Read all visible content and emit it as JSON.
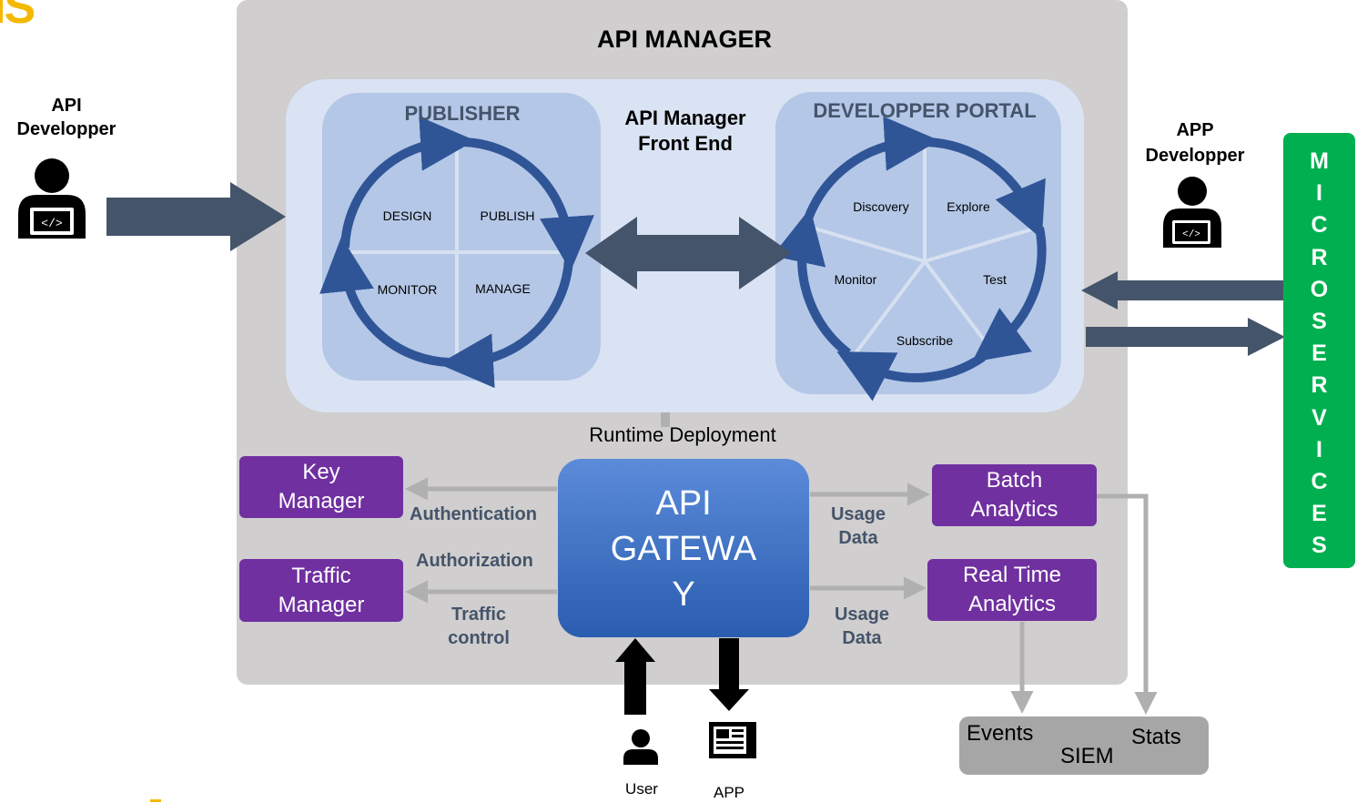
{
  "corner_logo_text": "IS",
  "title": "API MANAGER",
  "front_end_label": "API Manager Front End",
  "actors": {
    "api_developer": "API Developper",
    "app_developer": "APP Developper",
    "user": "User",
    "app": "APP"
  },
  "publisher": {
    "title": "PUBLISHER",
    "quadrants": [
      "DESIGN",
      "PUBLISH",
      "MONITOR",
      "MANAGE"
    ]
  },
  "developer_portal": {
    "title": "DEVELOPPER PORTAL",
    "segments": [
      "Discovery",
      "Explore",
      "Monitor",
      "Test",
      "Subscribe"
    ]
  },
  "runtime_label": "Runtime Deployment",
  "gateway": {
    "line1": "API",
    "line2": "GATEWA",
    "line3": "Y"
  },
  "key_manager": {
    "line1": "Key",
    "line2": "Manager"
  },
  "traffic_manager": {
    "line1": "Traffic",
    "line2": "Manager"
  },
  "batch_analytics": {
    "line1": "Batch",
    "line2": "Analytics"
  },
  "realtime_analytics": {
    "line1": "Real Time",
    "line2": "Analytics"
  },
  "edge_labels": {
    "authentication": "Authentication",
    "authorization": "Authorization",
    "traffic_control_1": "Traffic",
    "traffic_control_2": "control",
    "usage_data_1a": "Usage",
    "usage_data_1b": "Data",
    "usage_data_2a": "Usage",
    "usage_data_2b": "Data"
  },
  "siem": {
    "label": "SIEM",
    "events": "Events",
    "stats": "Stats"
  },
  "microservices_letters": [
    "M",
    "I",
    "C",
    "R",
    "O",
    "S",
    "E",
    "R",
    "V",
    "I",
    "C",
    "E",
    "S"
  ],
  "colors": {
    "accent_yellow": "#f5b800",
    "panel_gray": "#d0cece",
    "frontend_bg": "#dae3f3",
    "inner_blue": "#b4c7e7",
    "cycle_blue": "#2f5597",
    "arrow_dark": "#44546a",
    "purple": "#7030a0",
    "green": "#00b050",
    "siem_gray": "#a6a6a6"
  }
}
